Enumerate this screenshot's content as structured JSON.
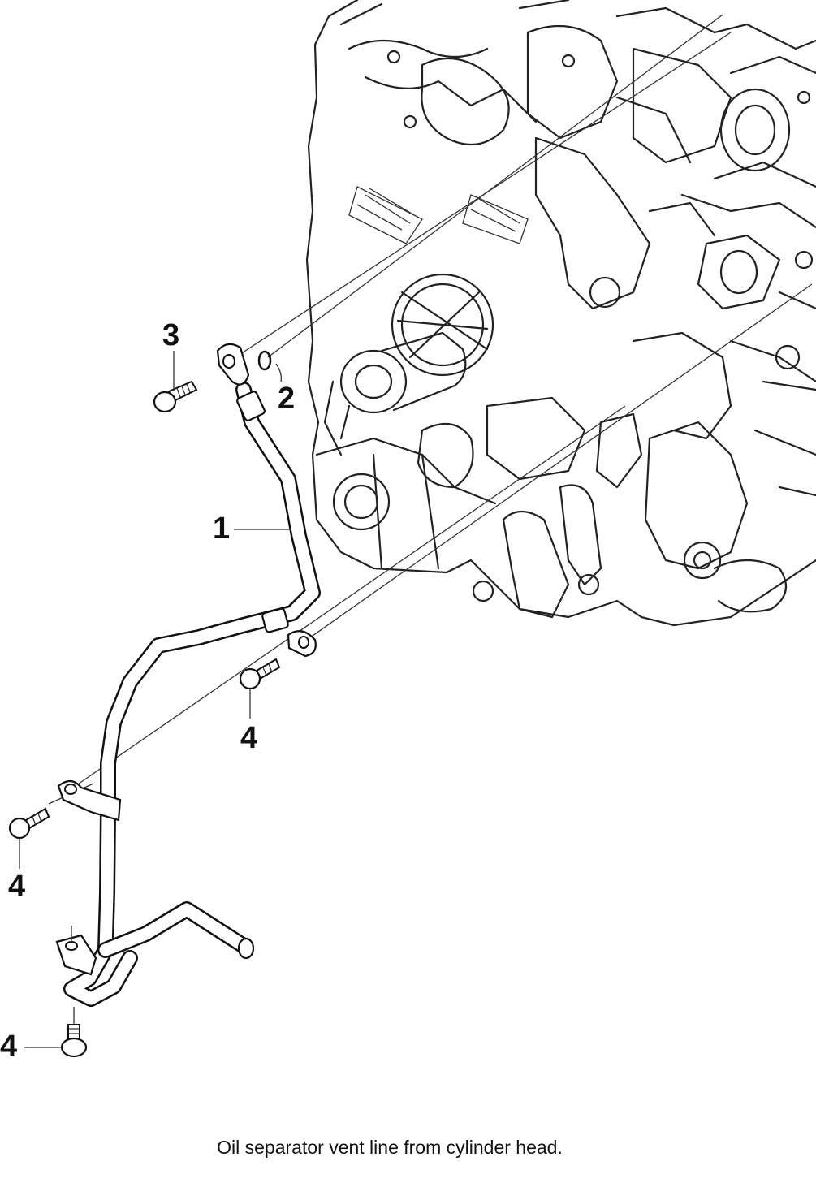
{
  "caption": "Oil separator vent line from cylinder head.",
  "callouts": [
    {
      "id": "1",
      "text": "1"
    },
    {
      "id": "2",
      "text": "2"
    },
    {
      "id": "3",
      "text": "3"
    },
    {
      "id": "4a",
      "text": "4"
    },
    {
      "id": "4b",
      "text": "4"
    },
    {
      "id": "4c",
      "text": "4"
    }
  ]
}
